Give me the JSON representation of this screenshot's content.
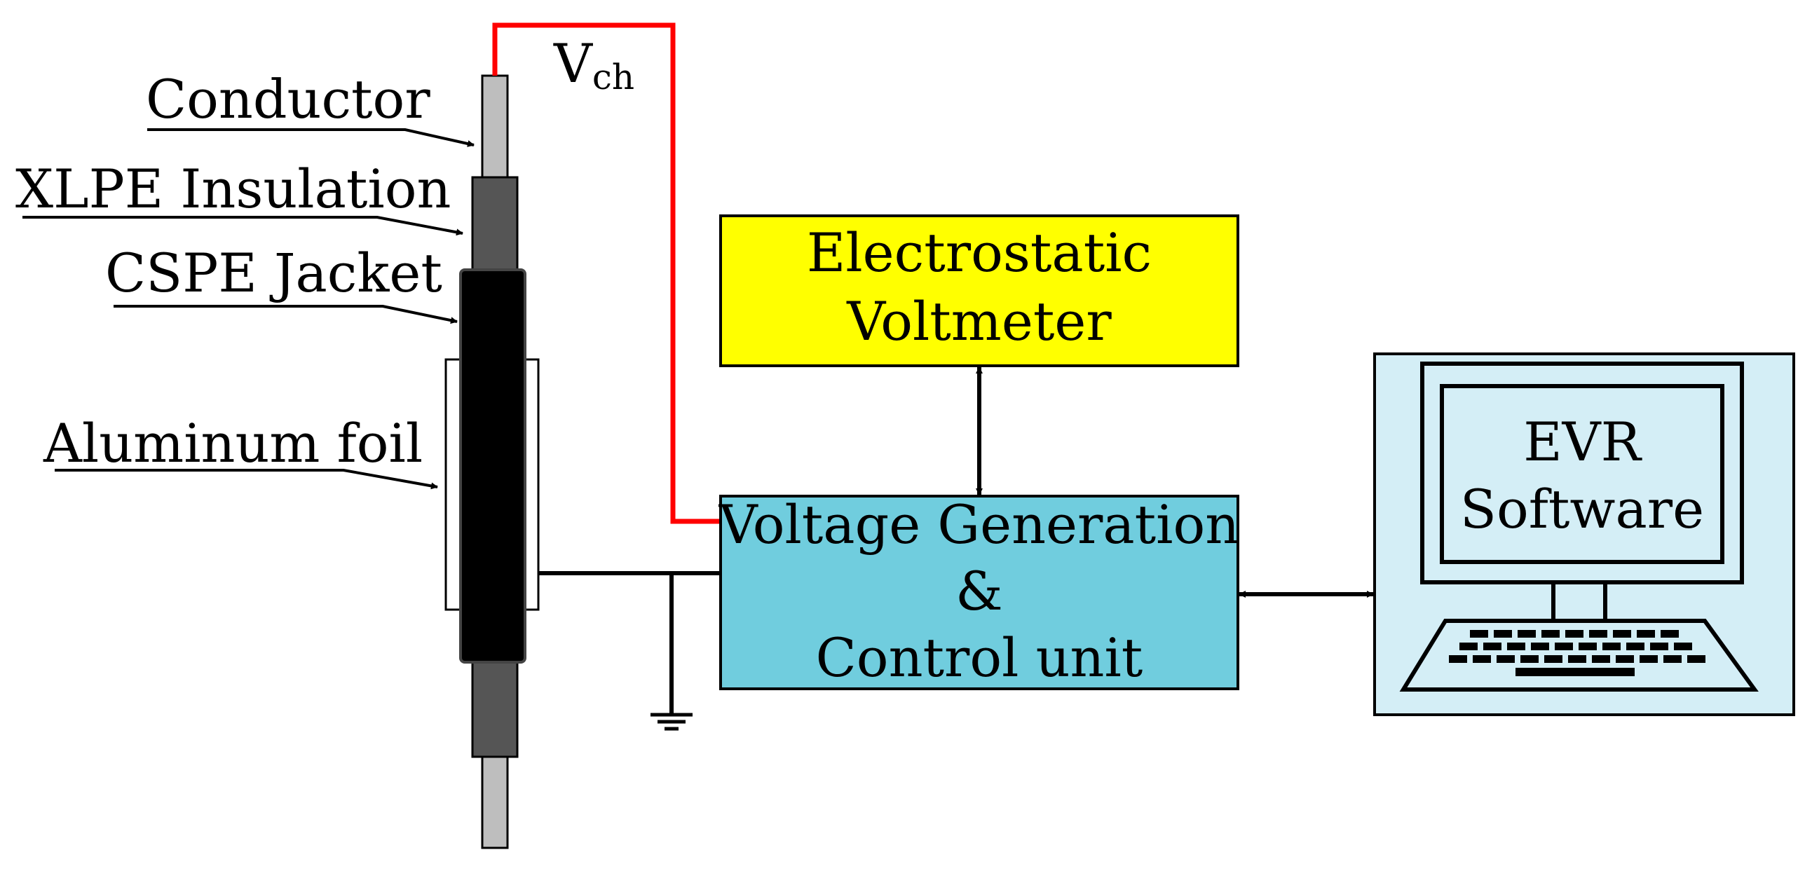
{
  "labels": {
    "conductor": "Conductor",
    "xlpe": "XLPE Insulation",
    "cspe": "CSPE Jacket",
    "foil": "Aluminum foil",
    "vch_main": "V",
    "vch_sub": "ch"
  },
  "boxes": {
    "voltmeter": {
      "line1": "Electrostatic",
      "line2": "Voltmeter"
    },
    "control": {
      "line1": "Voltage Generation",
      "line2": "&",
      "line3": "Control unit"
    },
    "software": {
      "line1": "EVR",
      "line2": "Software"
    }
  },
  "colors": {
    "voltmeter_fill": "#FFFF00",
    "control_fill": "#70CDDE",
    "computer_fill": "#D4EEF6",
    "wire_red": "#FF0000",
    "conductor": "#BEBEBE",
    "insulation": "#555555",
    "jacket": "#000000"
  }
}
